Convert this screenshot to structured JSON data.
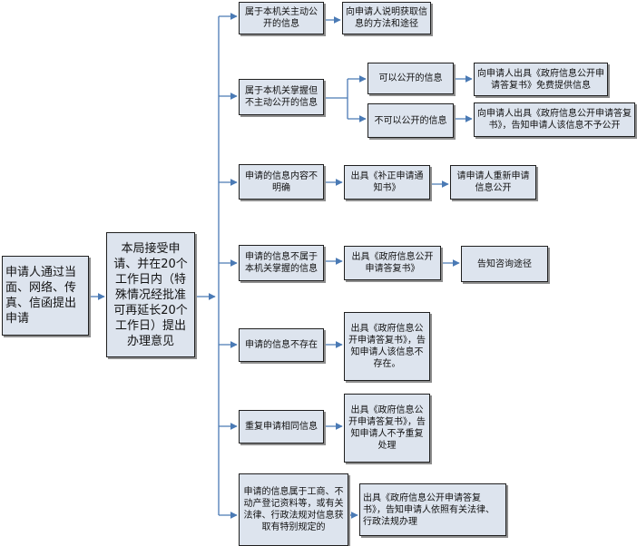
{
  "start": {
    "applicant": "申请人通过当面、网络、传真、信函提出申请",
    "bureau": "本局接受申请、并在20个工作日内（特殊情况经批准可再延长20个工作日）提出办理意见"
  },
  "branches": [
    {
      "condition": "属于本机关主动公开的信息",
      "outcome": "向申请人说明获取信息的方法和途径"
    },
    {
      "condition": "属于本机关掌握但不主动公开的信息",
      "sub": [
        {
          "label": "可以公开的信息",
          "outcome": "向申请人出具《政府信息公开申请答复书》免费提供信息"
        },
        {
          "label": "不可以公开的信息",
          "outcome": "向申请人出具《政府信息公开申请答复书》，告知申请人该信息不予公开"
        }
      ]
    },
    {
      "condition": "申请的信息内容不明确",
      "step": "出具《补正申请通知书》",
      "outcome": "请申请人重新申请信息公开"
    },
    {
      "condition": "申请的信息不属于本机关掌握的信息",
      "step": "出具《政府信息公开申请答复书》",
      "outcome": "告知咨询途径"
    },
    {
      "condition": "申请的信息不存在",
      "outcome": "出具《政府信息公开申请答复书》，告知申请人该信息不存在。"
    },
    {
      "condition": "重复申请相同信息",
      "outcome": "出具《政府信息公开申请答复书》，告知申请人不予重复处理"
    },
    {
      "condition": "申请的信息属于工商、不动产登记资料等，或有关法律、行政法规对信息获取有特别规定的",
      "outcome": "出具《政府信息公开申请答复书》，告知申请人依照有关法律、行政法规办理"
    }
  ],
  "colors": {
    "connector": "#4a7ab5",
    "box_fill": "#dde4ee",
    "box_border": "#1f1f1f",
    "shadow": "#8e8e8e"
  }
}
